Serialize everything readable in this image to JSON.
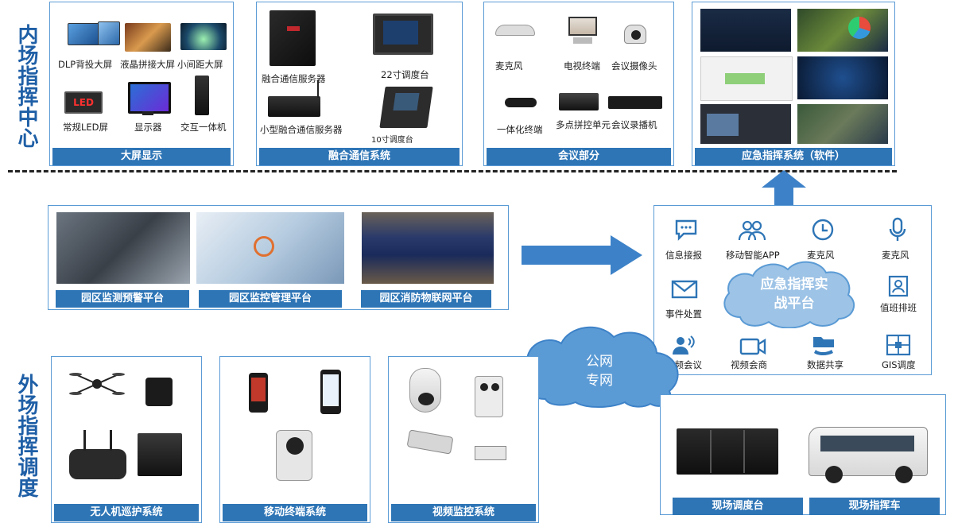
{
  "sides": {
    "inner": "内场指挥中心",
    "outer": "外场指挥调度"
  },
  "big_screen": {
    "title": "大屏显示",
    "items": [
      "DLP背投大屏",
      "液晶拼接大屏",
      "小间距大屏",
      "常规LED屏",
      "显示器",
      "交互一体机"
    ],
    "led_text": "LED"
  },
  "comm": {
    "title": "融合通信系统",
    "items": [
      "融合通信服务器",
      "22寸调度台",
      "小型融合通信服务器",
      "10寸调度台"
    ]
  },
  "meeting": {
    "title": "会议部分",
    "items": [
      "麦克风",
      "电视终端",
      "会议摄像头",
      "一体化终端",
      "多点拼控单元",
      "会议录播机"
    ]
  },
  "software": {
    "title": "应急指挥系统（软件）"
  },
  "platforms": [
    "园区监测预警平台",
    "园区监控管理平台",
    "园区消防物联网平台"
  ],
  "combat": {
    "cloud_line1": "应急指挥实",
    "cloud_line2": "战平台",
    "items": [
      "信息接报",
      "移动智能APP",
      "麦克风",
      "麦克风",
      "事件处置",
      "值班排班",
      "视频会议",
      "视频会商",
      "数据共享",
      "GIS调度"
    ]
  },
  "network": {
    "line1": "公网",
    "line2": "专网"
  },
  "outer_panels": [
    "无人机巡护系统",
    "移动终端系统",
    "视频监控系统"
  ],
  "field": {
    "items": [
      "现场调度台",
      "现场指挥车"
    ]
  },
  "colors": {
    "accent": "#2e75b6",
    "border": "#5b9bd5",
    "cloud": "#5b9bd5",
    "cloud_inner": "#9dc3e6"
  }
}
